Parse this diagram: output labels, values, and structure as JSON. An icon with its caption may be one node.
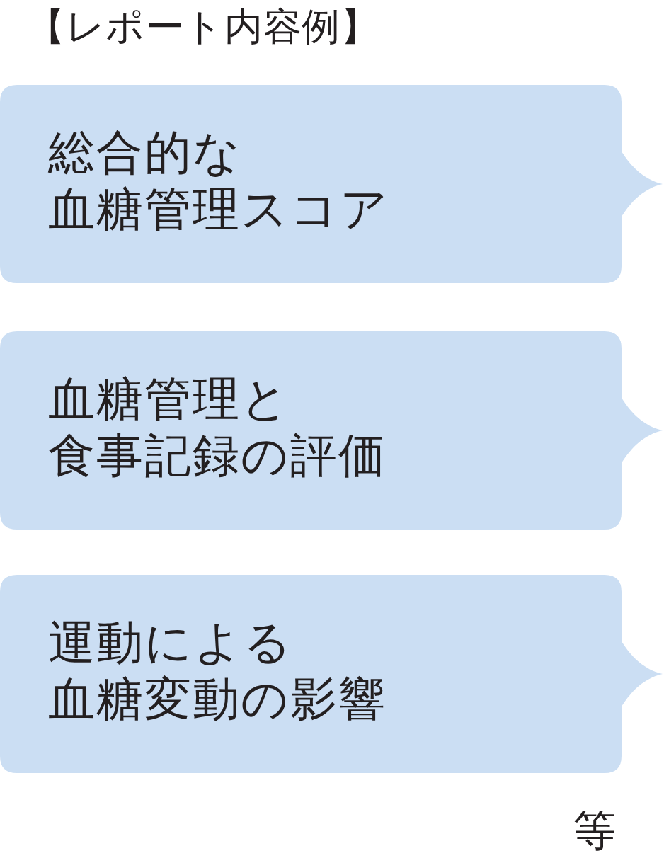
{
  "diagram": {
    "title": "【レポート内容例】",
    "nodes": [
      {
        "text": [
          "総合的な血糖管理スコア"
        ]
      },
      {
        "text": [
          "血糖管理と食事記録の評価"
        ]
      },
      {
        "text": [
          "運動による血糖変動の影響"
        ]
      }
    ],
    "labels": [
      "等"
    ]
  }
}
